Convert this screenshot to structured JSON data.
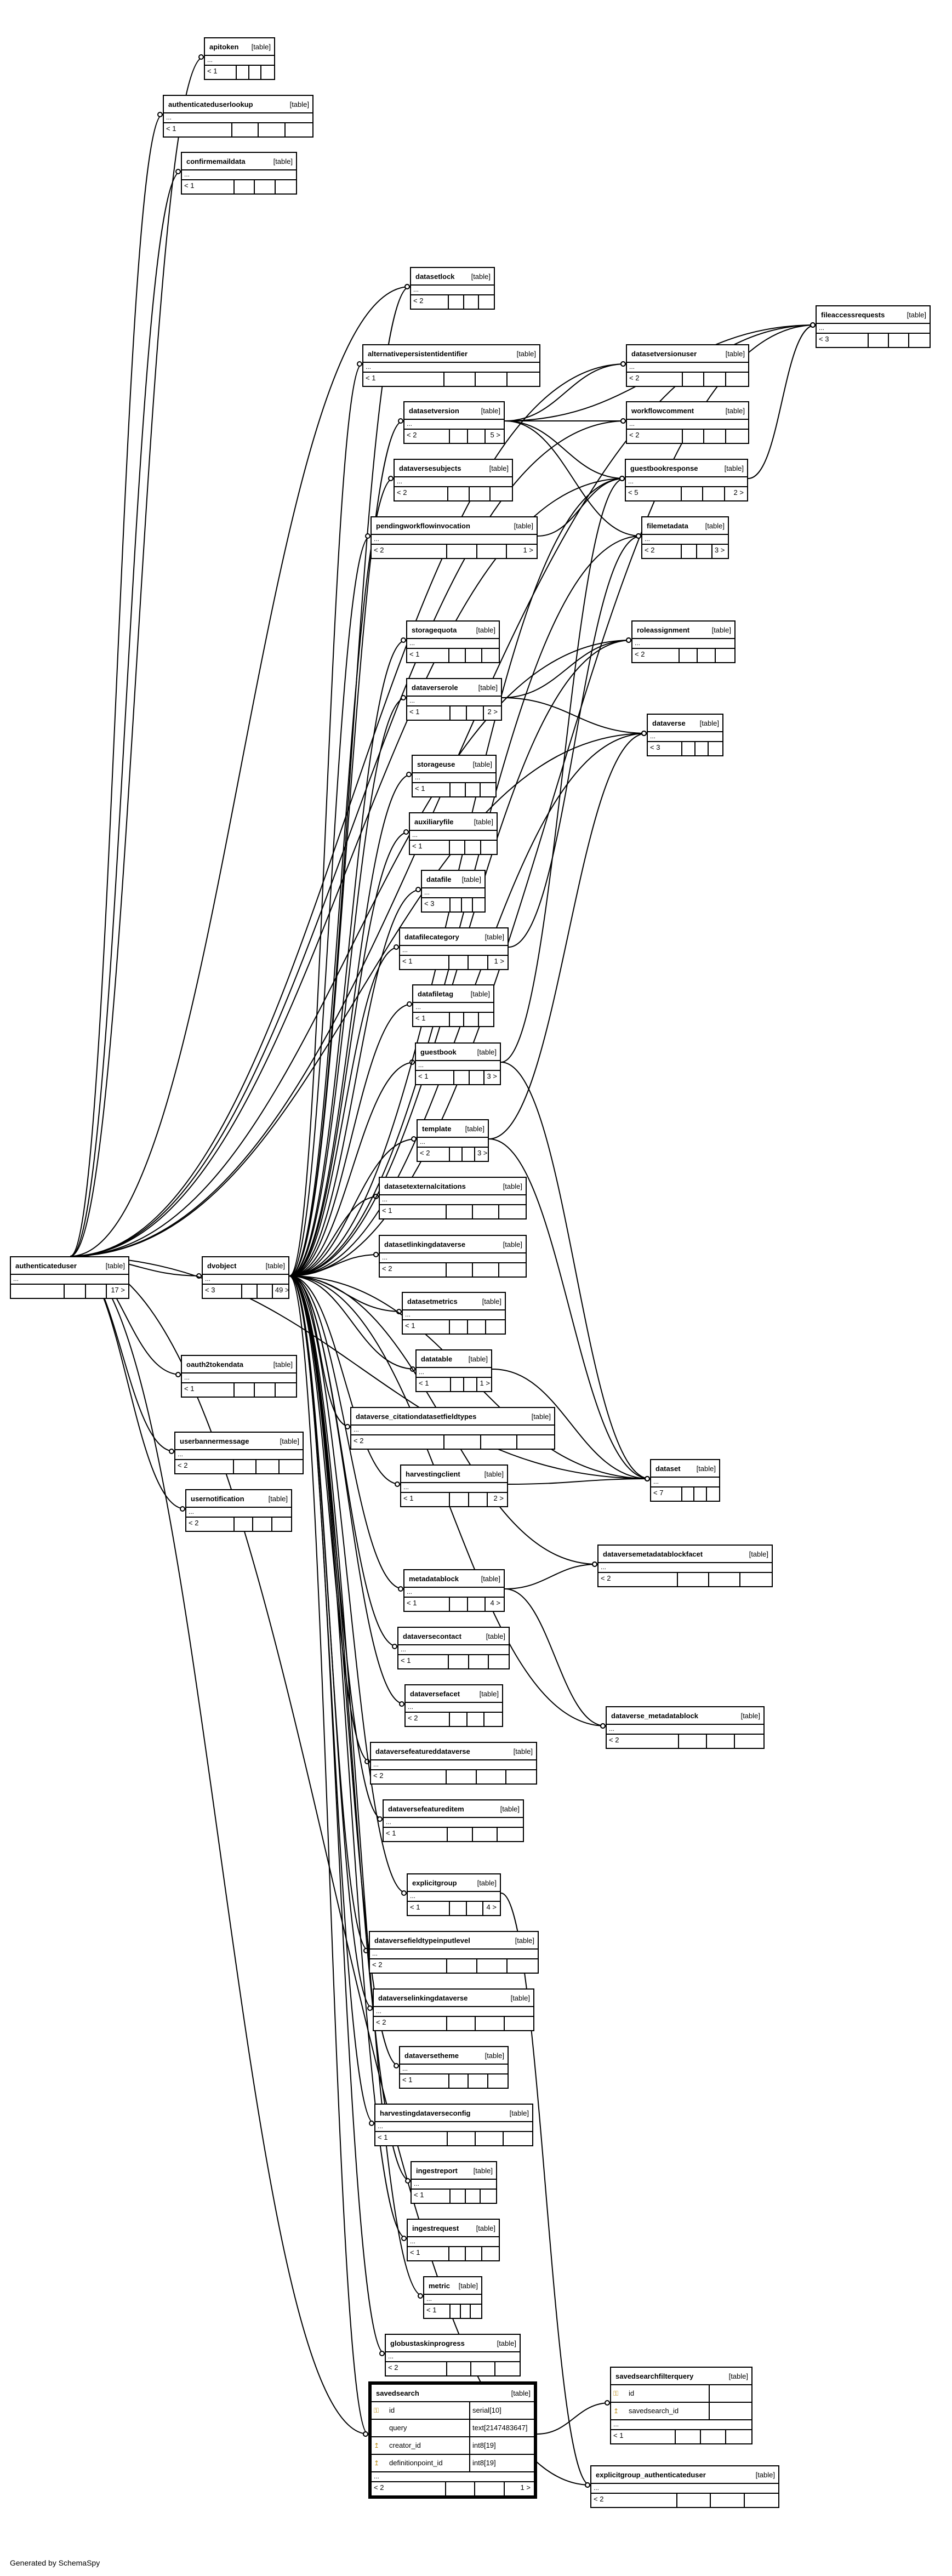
{
  "diagram": {
    "tag": "[table]",
    "ellipsis": "...",
    "footer_text": "Generated by SchemaSpy",
    "tables": [
      {
        "id": "apitoken",
        "name": "apitoken",
        "parents": "< 1",
        "children": ""
      },
      {
        "id": "authenticateduserlookup",
        "name": "authenticateduserlookup",
        "parents": "< 1",
        "children": ""
      },
      {
        "id": "confirmemaildata",
        "name": "confirmemaildata",
        "parents": "< 1",
        "children": ""
      },
      {
        "id": "datasetlock",
        "name": "datasetlock",
        "parents": "< 2",
        "children": ""
      },
      {
        "id": "alternativepersistentidentifier",
        "name": "alternativepersistentidentifier",
        "parents": "< 1",
        "children": ""
      },
      {
        "id": "datasetversion",
        "name": "datasetversion",
        "parents": "< 2",
        "children": "5 >"
      },
      {
        "id": "dataversesubjects",
        "name": "dataversesubjects",
        "parents": "< 2",
        "children": ""
      },
      {
        "id": "pendingworkflowinvocation",
        "name": "pendingworkflowinvocation",
        "parents": "< 2",
        "children": "1 >"
      },
      {
        "id": "storagequota",
        "name": "storagequota",
        "parents": "< 1",
        "children": ""
      },
      {
        "id": "dataverserole",
        "name": "dataverserole",
        "parents": "< 1",
        "children": "2 >"
      },
      {
        "id": "storageuse",
        "name": "storageuse",
        "parents": "< 1",
        "children": ""
      },
      {
        "id": "auxiliaryfile",
        "name": "auxiliaryfile",
        "parents": "< 1",
        "children": ""
      },
      {
        "id": "datafile",
        "name": "datafile",
        "parents": "< 3",
        "children": ""
      },
      {
        "id": "datafilecategory",
        "name": "datafilecategory",
        "parents": "< 1",
        "children": "1 >"
      },
      {
        "id": "datafiletag",
        "name": "datafiletag",
        "parents": "< 1",
        "children": ""
      },
      {
        "id": "guestbook",
        "name": "guestbook",
        "parents": "< 1",
        "children": "3 >"
      },
      {
        "id": "template",
        "name": "template",
        "parents": "< 2",
        "children": "3 >"
      },
      {
        "id": "datasetexternalcitations",
        "name": "datasetexternalcitations",
        "parents": "< 1",
        "children": ""
      },
      {
        "id": "datasetlinkingdataverse",
        "name": "datasetlinkingdataverse",
        "parents": "< 2",
        "children": ""
      },
      {
        "id": "datasetmetrics",
        "name": "datasetmetrics",
        "parents": "< 1",
        "children": ""
      },
      {
        "id": "datatable",
        "name": "datatable",
        "parents": "< 1",
        "children": "1 >"
      },
      {
        "id": "dataverse_citationdatasetfieldtypes",
        "name": "dataverse_citationdatasetfieldtypes",
        "parents": "< 2",
        "children": ""
      },
      {
        "id": "harvestingclient",
        "name": "harvestingclient",
        "parents": "< 1",
        "children": "2 >"
      },
      {
        "id": "metadatablock",
        "name": "metadatablock",
        "parents": "< 1",
        "children": "4 >"
      },
      {
        "id": "dataversecontact",
        "name": "dataversecontact",
        "parents": "< 1",
        "children": ""
      },
      {
        "id": "dataversefacet",
        "name": "dataversefacet",
        "parents": "< 2",
        "children": ""
      },
      {
        "id": "dataversefeatureddataverse",
        "name": "dataversefeatureddataverse",
        "parents": "< 2",
        "children": ""
      },
      {
        "id": "dataversefeatureditem",
        "name": "dataversefeatureditem",
        "parents": "< 1",
        "children": ""
      },
      {
        "id": "explicitgroup",
        "name": "explicitgroup",
        "parents": "< 1",
        "children": "4 >"
      },
      {
        "id": "dataversefieldtypeinputlevel",
        "name": "dataversefieldtypeinputlevel",
        "parents": "< 2",
        "children": ""
      },
      {
        "id": "dataverselinkingdataverse",
        "name": "dataverselinkingdataverse",
        "parents": "< 2",
        "children": ""
      },
      {
        "id": "dataversetheme",
        "name": "dataversetheme",
        "parents": "< 1",
        "children": ""
      },
      {
        "id": "harvestingdataverseconfig",
        "name": "harvestingdataverseconfig",
        "parents": "< 1",
        "children": ""
      },
      {
        "id": "ingestreport",
        "name": "ingestreport",
        "parents": "< 1",
        "children": ""
      },
      {
        "id": "ingestrequest",
        "name": "ingestrequest",
        "parents": "< 1",
        "children": ""
      },
      {
        "id": "metric",
        "name": "metric",
        "parents": "< 1",
        "children": ""
      },
      {
        "id": "globustaskinprogress",
        "name": "globustaskinprogress",
        "parents": "< 2",
        "children": ""
      },
      {
        "id": "fileaccessrequests",
        "name": "fileaccessrequests",
        "parents": "< 3",
        "children": ""
      },
      {
        "id": "datasetversionuser",
        "name": "datasetversionuser",
        "parents": "< 2",
        "children": ""
      },
      {
        "id": "workflowcomment",
        "name": "workflowcomment",
        "parents": "< 2",
        "children": ""
      },
      {
        "id": "guestbookresponse",
        "name": "guestbookresponse",
        "parents": "< 5",
        "children": "2 >"
      },
      {
        "id": "filemetadata",
        "name": "filemetadata",
        "parents": "< 2",
        "children": "3 >"
      },
      {
        "id": "roleassignment",
        "name": "roleassignment",
        "parents": "< 2",
        "children": ""
      },
      {
        "id": "dataverse",
        "name": "dataverse",
        "parents": "< 3",
        "children": ""
      },
      {
        "id": "authenticateduser",
        "name": "authenticateduser",
        "parents": "",
        "children": "17 >"
      },
      {
        "id": "dvobject",
        "name": "dvobject",
        "parents": "< 3",
        "children": "49 >"
      },
      {
        "id": "oauth2tokendata",
        "name": "oauth2tokendata",
        "parents": "< 1",
        "children": ""
      },
      {
        "id": "userbannermessage",
        "name": "userbannermessage",
        "parents": "< 2",
        "children": ""
      },
      {
        "id": "usernotification",
        "name": "usernotification",
        "parents": "< 2",
        "children": ""
      },
      {
        "id": "dataset",
        "name": "dataset",
        "parents": "< 7",
        "children": ""
      },
      {
        "id": "dataversemetadatablockfacet",
        "name": "dataversemetadatablockfacet",
        "parents": "< 2",
        "children": ""
      },
      {
        "id": "dataverse_metadatablock",
        "name": "dataverse_metadatablock",
        "parents": "< 2",
        "children": ""
      },
      {
        "id": "savedsearchfilterquery",
        "name": "savedsearchfilterquery",
        "parents": "< 1",
        "children": "",
        "columns": [
          {
            "key": "pk",
            "name": "id",
            "type": ""
          },
          {
            "key": "fk",
            "name": "savedsearch_id",
            "type": ""
          }
        ]
      },
      {
        "id": "explicitgroup_authenticateduser",
        "name": "explicitgroup_authenticateduser",
        "parents": "< 2",
        "children": ""
      },
      {
        "id": "savedsearch",
        "name": "savedsearch",
        "parents": "< 2",
        "children": "1 >",
        "columns": [
          {
            "key": "pk",
            "name": "id",
            "type": "serial[10]"
          },
          {
            "key": "",
            "name": "query",
            "type": "text[2147483647]"
          },
          {
            "key": "fk",
            "name": "creator_id",
            "type": "int8[19]"
          },
          {
            "key": "fk",
            "name": "definitionpoint_id",
            "type": "int8[19]"
          }
        ]
      }
    ]
  }
}
